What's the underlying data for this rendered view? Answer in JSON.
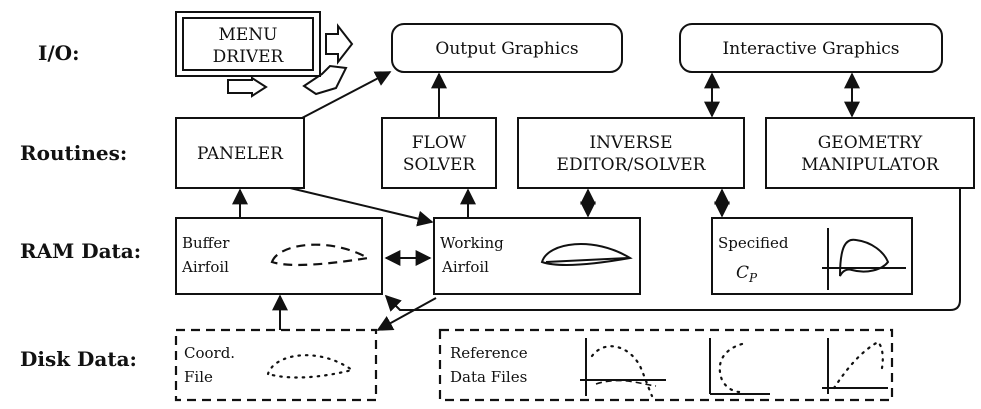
{
  "rows": {
    "io": "I/O:",
    "routines": "Routines:",
    "ram": "RAM Data:",
    "disk": "Disk Data:"
  },
  "boxes": {
    "menu_line1": "MENU",
    "menu_line2": "DRIVER",
    "output_graphics": "Output Graphics",
    "interactive_graphics": "Interactive Graphics",
    "paneler": "PANELER",
    "flow_solver_line1": "FLOW",
    "flow_solver_line2": "SOLVER",
    "inverse_line1": "INVERSE",
    "inverse_line2": "EDITOR/SOLVER",
    "geometry_line1": "GEOMETRY",
    "geometry_line2": "MANIPULATOR",
    "buffer_line1": "Buffer",
    "buffer_line2": "Airfoil",
    "working_line1": "Working",
    "working_line2": "Airfoil",
    "specified_line1": "Specified",
    "specified_cp": "C",
    "specified_cp_sub": "P",
    "coord_line1": "Coord.",
    "coord_line2": "File",
    "reference_line1": "Reference",
    "reference_line2": "Data Files"
  }
}
